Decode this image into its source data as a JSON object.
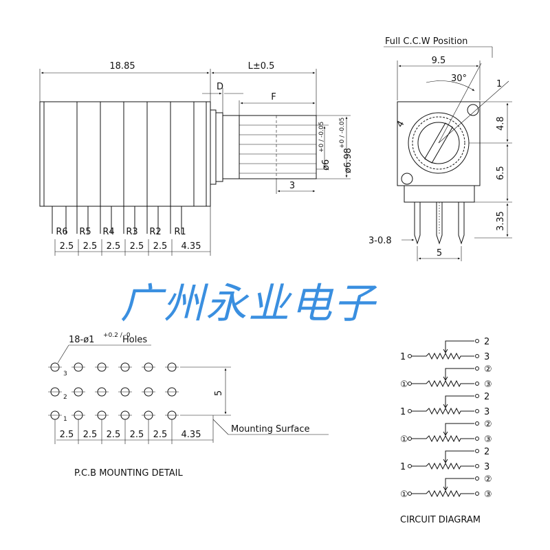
{
  "side_view": {
    "body_length": "18.85",
    "shaft_length": "L±0.5",
    "d_label": "D",
    "f_label": "F",
    "knurl_length": "3",
    "shaft_dia": "ø6",
    "shaft_dia_tol": "+0 / -0.05",
    "knurl_dia": "ø6.98",
    "knurl_dia_tol": "+0 / -0.05",
    "pins": [
      "R6",
      "R5",
      "R4",
      "R3",
      "R2",
      "R1"
    ],
    "pin_pitch": [
      "2.5",
      "2.5",
      "2.5",
      "2.5",
      "2.5",
      "4.35"
    ]
  },
  "front_view": {
    "ccw_label": "Full C.C.W Position",
    "width": "9.5",
    "angle": "30°",
    "pointer_num": "1",
    "slot": "4",
    "h_upper": "4.8",
    "h_lower": "6.5",
    "pin_len": "3.35",
    "pin_spec": "3-0.8",
    "pin_span": "5"
  },
  "watermark": "广州永业电子",
  "pcb": {
    "holes_label": "18-ø1",
    "holes_tol": "+0.2 / -0",
    "holes_suffix": "Holes",
    "row_labels": [
      "3",
      "2",
      "1"
    ],
    "vertical_dim": "5",
    "pitch": [
      "2.5",
      "2.5",
      "2.5",
      "2.5",
      "2.5",
      "4.35"
    ],
    "mounting": "Mounting Surface",
    "title": "P.C.B MOUNTING DETAIL"
  },
  "circuit": {
    "title": "CIRCUIT DIAGRAM",
    "units": [
      {
        "l": "1",
        "t": "2",
        "b": "3"
      },
      {
        "l": "①",
        "t": "②",
        "b": "③"
      },
      {
        "l": "1",
        "t": "2",
        "b": "3"
      },
      {
        "l": "①",
        "t": "②",
        "b": "③"
      },
      {
        "l": "1",
        "t": "2",
        "b": "3"
      },
      {
        "l": "①",
        "t": "②",
        "b": "③"
      }
    ]
  }
}
